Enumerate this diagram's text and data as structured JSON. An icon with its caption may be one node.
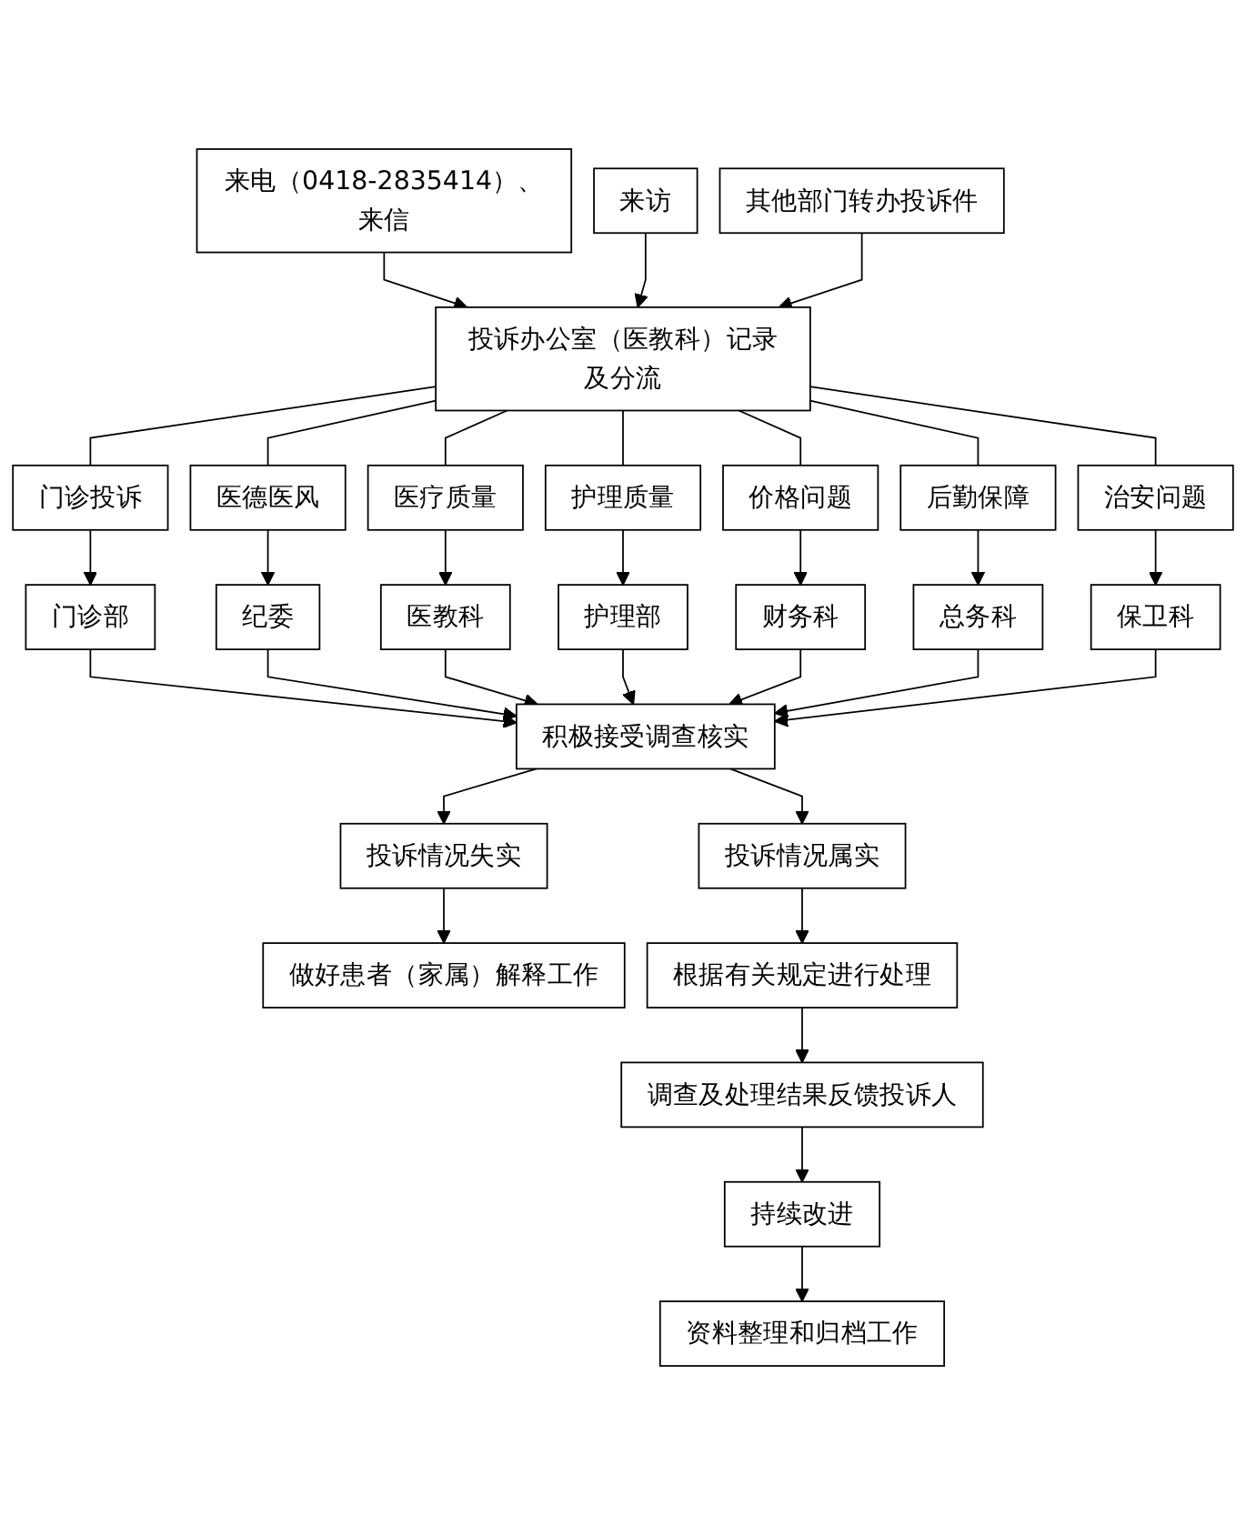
{
  "diagram": {
    "nodes": [
      {
        "text": [
          "来电（0418-2835414）、来信"
        ]
      },
      {
        "text": [
          "来访"
        ]
      },
      {
        "text": [
          "其他部门转办投诉件"
        ]
      },
      {
        "text": [
          "投诉办公室（医教科）记录及分流"
        ]
      },
      {
        "text": [
          "门诊投诉"
        ]
      },
      {
        "text": [
          "医德医风"
        ]
      },
      {
        "text": [
          "医疗质量"
        ]
      },
      {
        "text": [
          "护理质量"
        ]
      },
      {
        "text": [
          "价格问题"
        ]
      },
      {
        "text": [
          "后勤保障"
        ]
      },
      {
        "text": [
          "治安问题"
        ]
      },
      {
        "text": [
          "门诊部"
        ]
      },
      {
        "text": [
          "纪委"
        ]
      },
      {
        "text": [
          "医教科"
        ]
      },
      {
        "text": [
          "护理部"
        ]
      },
      {
        "text": [
          "财务科"
        ]
      },
      {
        "text": [
          "总务科"
        ]
      },
      {
        "text": [
          "保卫科"
        ]
      },
      {
        "text": [
          "积极接受调查核实"
        ]
      },
      {
        "text": [
          "投诉情况失实"
        ]
      },
      {
        "text": [
          "投诉情况属实"
        ]
      },
      {
        "text": [
          "做好患者（家属）解释工作"
        ]
      },
      {
        "text": [
          "根据有关规定进行处理"
        ]
      },
      {
        "text": [
          "调查及处理结果反馈投诉人"
        ]
      },
      {
        "text": [
          "持续改进"
        ]
      },
      {
        "text": [
          "资料整理和归档工作"
        ]
      }
    ],
    "edges": [
      {
        "from": 0,
        "to": 3,
        "arrow": "to"
      },
      {
        "from": 1,
        "to": 3,
        "arrow": "to"
      },
      {
        "from": 2,
        "to": 3,
        "arrow": "to"
      },
      {
        "from": 3,
        "to": 4,
        "arrow": "none"
      },
      {
        "from": 3,
        "to": 5,
        "arrow": "none"
      },
      {
        "from": 3,
        "to": 6,
        "arrow": "none"
      },
      {
        "from": 3,
        "to": 7,
        "arrow": "none"
      },
      {
        "from": 3,
        "to": 8,
        "arrow": "none"
      },
      {
        "from": 3,
        "to": 9,
        "arrow": "none"
      },
      {
        "from": 3,
        "to": 10,
        "arrow": "none"
      },
      {
        "from": 4,
        "to": 11,
        "arrow": "to"
      },
      {
        "from": 5,
        "to": 12,
        "arrow": "to"
      },
      {
        "from": 6,
        "to": 13,
        "arrow": "to"
      },
      {
        "from": 7,
        "to": 14,
        "arrow": "to"
      },
      {
        "from": 8,
        "to": 15,
        "arrow": "to"
      },
      {
        "from": 9,
        "to": 16,
        "arrow": "to"
      },
      {
        "from": 10,
        "to": 17,
        "arrow": "to"
      },
      {
        "from": 11,
        "to": 18,
        "arrow": "to"
      },
      {
        "from": 12,
        "to": 18,
        "arrow": "to"
      },
      {
        "from": 13,
        "to": 18,
        "arrow": "to"
      },
      {
        "from": 14,
        "to": 18,
        "arrow": "to"
      },
      {
        "from": 15,
        "to": 18,
        "arrow": "to"
      },
      {
        "from": 16,
        "to": 18,
        "arrow": "to"
      },
      {
        "from": 17,
        "to": 18,
        "arrow": "to"
      },
      {
        "from": 18,
        "to": 19,
        "arrow": "to"
      },
      {
        "from": 18,
        "to": 20,
        "arrow": "to"
      },
      {
        "from": 19,
        "to": 21,
        "arrow": "to"
      },
      {
        "from": 20,
        "to": 22,
        "arrow": "to"
      },
      {
        "from": 22,
        "to": 23,
        "arrow": "to"
      },
      {
        "from": 23,
        "to": 24,
        "arrow": "to"
      },
      {
        "from": 24,
        "to": 25,
        "arrow": "to"
      }
    ]
  }
}
